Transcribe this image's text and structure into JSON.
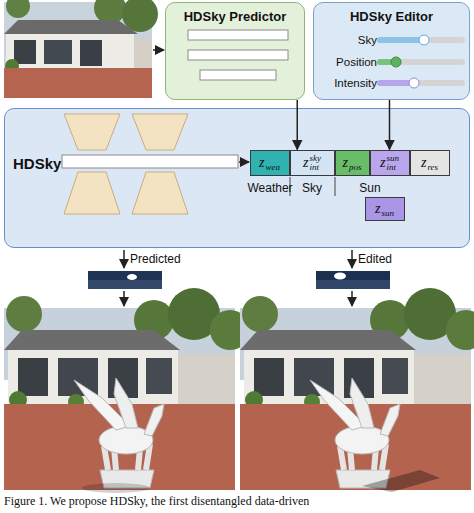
{
  "diagram": {
    "caption": "Figure 1. We propose HDSky, the first disentangled data-driven",
    "nodes": [
      {
        "text": [
          "HDSky Predictor"
        ]
      },
      {
        "text": [
          "HDSky Editor",
          "Sky",
          "Position",
          "Intensity"
        ]
      },
      {
        "text": [
          "HDSky"
        ]
      },
      {
        "text": [
          "z",
          "wea"
        ],
        "in": 2
      },
      {
        "text": [
          "z",
          "int",
          "sky"
        ],
        "in": 2
      },
      {
        "text": [
          "z",
          "pos"
        ],
        "in": 2
      },
      {
        "text": [
          "z",
          "int",
          "sun"
        ],
        "in": 2
      },
      {
        "text": [
          "z",
          "res"
        ],
        "in": 2
      },
      {
        "text": [
          "z",
          "sun"
        ],
        "in": 2
      }
    ],
    "edges": [
      {
        "from": 0,
        "to": 4,
        "arrow": "to"
      },
      {
        "from": 1,
        "to": 6,
        "arrow": "to"
      }
    ],
    "labels": [
      "Weather",
      "Sky",
      "Sun",
      "Predicted",
      "Edited"
    ]
  }
}
